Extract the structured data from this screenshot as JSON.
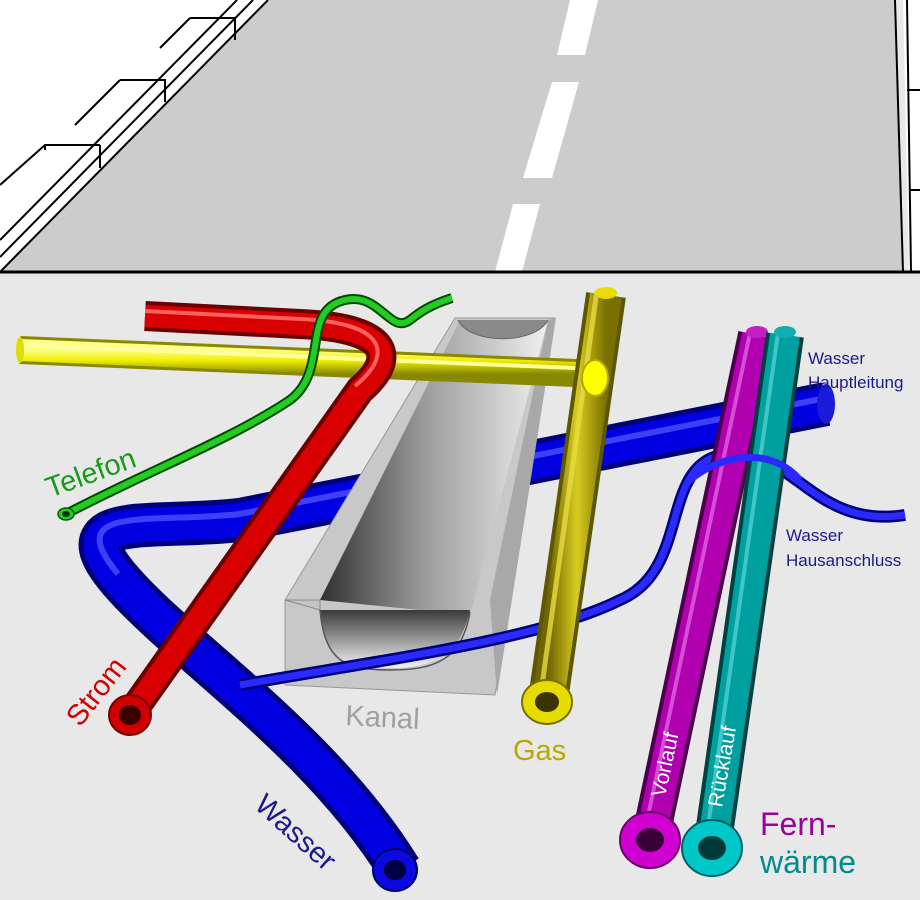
{
  "labels": {
    "telefon": "Telefon",
    "strom": "Strom",
    "kanal": "Kanal",
    "gas": "Gas",
    "wasser": "Wasser",
    "wasser_hauptleitung_line1": "Wasser",
    "wasser_hauptleitung_line2": "Hauptleitung",
    "wasser_hausanschluss_line1": "Wasser",
    "wasser_hausanschluss_line2": "Hausanschluss",
    "vorlauf": "Vorlauf",
    "ruecklauf": "Rücklauf",
    "fernwaerme_line1": "Fern-",
    "fernwaerme_line2": "wärme"
  },
  "colors": {
    "telefon": "#1a9a1a",
    "strom": "#c80000",
    "gas": "#b8a800",
    "gas_bright": "#ffff00",
    "wasser": "#0a0acc",
    "wasser_label": "#1a1a8c",
    "vorlauf": "#9a009a",
    "ruecklauf": "#008c8c",
    "kanal": "#c4c4c4",
    "road": "#cccccc",
    "ground": "#e8e8e8"
  }
}
